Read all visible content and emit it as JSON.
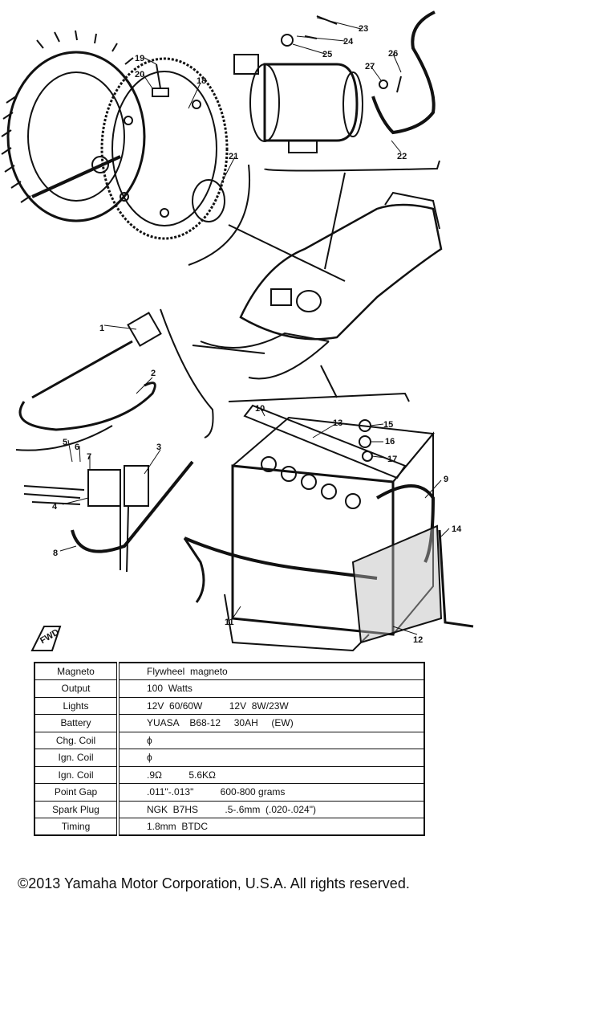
{
  "diagram": {
    "callouts": [
      "1",
      "2",
      "3",
      "4",
      "5",
      "6",
      "7",
      "8",
      "9",
      "10",
      "11",
      "12",
      "13",
      "14",
      "15",
      "16",
      "17",
      "18",
      "19",
      "20",
      "21",
      "22",
      "23",
      "24",
      "25",
      "26",
      "27"
    ],
    "front_marker": "FWD"
  },
  "spec_table": {
    "rows": [
      {
        "label": "Magneto",
        "value": "Flywheel  magneto"
      },
      {
        "label": "Output",
        "value": "100  Watts"
      },
      {
        "label": "Lights",
        "value": "12V  60/60W          12V  8W/23W"
      },
      {
        "label": "Battery",
        "value": "YUASA    B68-12     30AH     (EW)"
      },
      {
        "label": "Chg. Coil",
        "value": "ϕ"
      },
      {
        "label": "Ign. Coil",
        "value": "ϕ"
      },
      {
        "label": "Ign. Coil",
        "value": ".9Ω          5.6KΩ"
      },
      {
        "label": "Point Gap",
        "value": ".011\"-.013\"          600-800 grams"
      },
      {
        "label": "Spark Plug",
        "value": "NGK  B7HS          .5-.6mm  (.020-.024\")"
      },
      {
        "label": "Timing",
        "value": "1.8mm  BTDC"
      }
    ]
  },
  "copyright": "©2013 Yamaha Motor Corporation, U.S.A. All rights reserved."
}
